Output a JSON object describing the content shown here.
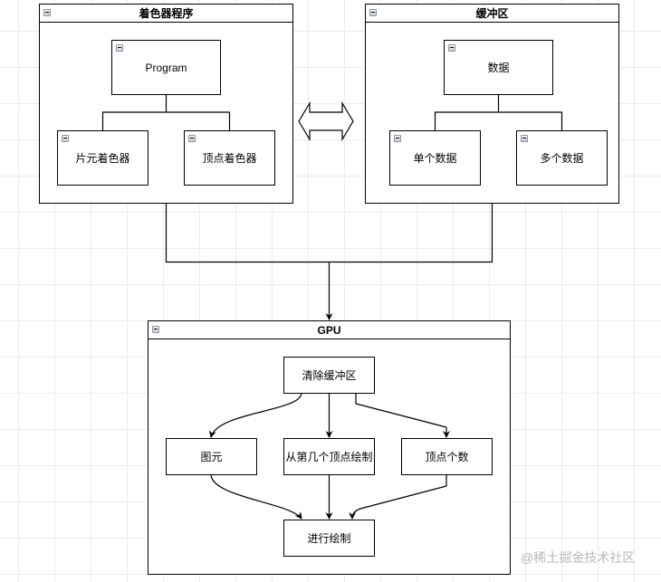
{
  "diagram": {
    "shader_program": {
      "title": "着色器程序",
      "root": "Program",
      "children": [
        "片元着色器",
        "顶点着色器"
      ]
    },
    "buffer": {
      "title": "缓冲区",
      "root": "数据",
      "children": [
        "单个数据",
        "多个数据"
      ]
    },
    "exchange_arrow": "double-arrow-icon",
    "gpu": {
      "title": "GPU",
      "start": "清除缓冲区",
      "steps": [
        "图元",
        "从第几个顶点绘制",
        "顶点个数"
      ],
      "end": "进行绘制"
    },
    "edges": [
      {
        "from": "着色器程序",
        "to": "GPU"
      },
      {
        "from": "缓冲区",
        "to": "GPU"
      },
      {
        "from": "清除缓冲区",
        "to": "图元"
      },
      {
        "from": "清除缓冲区",
        "to": "从第几个顶点绘制"
      },
      {
        "from": "清除缓冲区",
        "to": "顶点个数"
      },
      {
        "from": "图元",
        "to": "进行绘制"
      },
      {
        "from": "从第几个顶点绘制",
        "to": "进行绘制"
      },
      {
        "from": "顶点个数",
        "to": "进行绘制"
      }
    ]
  },
  "icons": {
    "collapse": "collapse-minus-icon"
  },
  "watermark": "@稀土掘金技术社区"
}
